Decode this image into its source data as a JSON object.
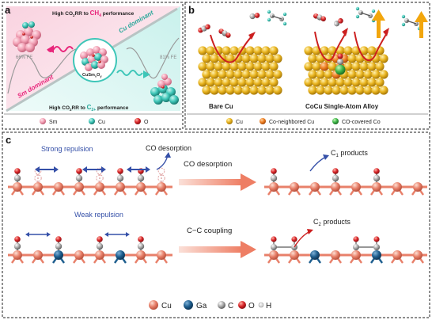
{
  "panel_a": {
    "letter": "a",
    "title_ch4_pre": "High CO",
    "title_ch4_sub2": "2",
    "title_ch4_mid": "RR to ",
    "title_ch4_product": "CH",
    "title_ch4_sub4": "4",
    "title_ch4_post": " performance",
    "title_c2_pre": "High CO",
    "title_c2_sub2": "2",
    "title_c2_mid": "RR to ",
    "title_c2_product": "C",
    "title_c2_sub": "2+",
    "title_c2_post": " performance",
    "cu_dominant": "Cu dominant",
    "sm_dominant": "Sm dominant",
    "fe_left": "66% FE",
    "fe_right": "81% FE",
    "catalyst_pre": "CuSm",
    "catalyst_x": "x",
    "catalyst_o": "O",
    "catalyst_y": "y",
    "legend": [
      "Sm",
      "Cu",
      "O"
    ]
  },
  "panel_b": {
    "letter": "b",
    "left_label": "Bare Cu",
    "right_label": "CoCu Single-Atom Alloy",
    "legend": [
      "Cu",
      "Co-neighbored Cu",
      "CO-covered Co"
    ]
  },
  "panel_c": {
    "letter": "c",
    "strong_repulsion": "Strong  repulsion",
    "co_desorption_label": "CO desorption",
    "arrow1_label": "CO desorption",
    "c1_pre": "C",
    "c1_sub": "1",
    "c1_post": " products",
    "weak_repulsion": "Weak repulsion",
    "arrow2_label": "C−C coupling",
    "c2_pre": "C",
    "c2_sub": "2",
    "c2_post": " products",
    "legend": [
      "Cu",
      "Ga",
      "C",
      "O",
      "H"
    ]
  },
  "colors": {
    "cu_sphere": "#e8806a",
    "ga_sphere": "#1f5f8f",
    "carbon": "#9a9a9a",
    "oxygen": "#d9262a",
    "pink": "#e8257a",
    "teal": "#3ec6b8",
    "gold": "#e8b31e",
    "orange_arrow": "#f2a60d",
    "red_curve": "#cc1f1f",
    "blue_text": "#3550a8",
    "gradient_arrow": "#ee7e64"
  },
  "icons": [
    "bidirectional-arrow-icon",
    "curved-arrow-icon",
    "gradient-arrow-icon",
    "up-arrow-icon",
    "wavy-arrow-icon"
  ]
}
